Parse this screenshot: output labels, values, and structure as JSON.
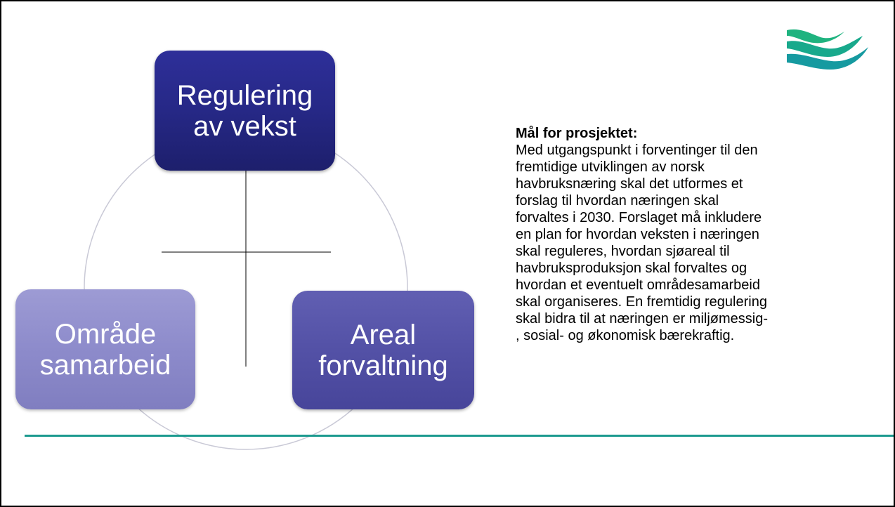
{
  "diagram": {
    "boxes": {
      "top": {
        "line1": "Regulering",
        "line2": "av vekst"
      },
      "left": {
        "line1": "Område",
        "line2": "samarbeid"
      },
      "right": {
        "line1": "Areal",
        "line2": "forvaltning"
      }
    }
  },
  "panel": {
    "heading": "Mål for prosjektet:",
    "body": "Med utgangspunkt i forventinger til den\nfremtidige utviklingen av norsk\nhavbruksnæring skal det utformes et\nforslag til hvordan næringen skal\nforvaltes i 2030. Forslaget må inkludere\nen plan for hvordan veksten i næringen\nskal reguleres, hvordan sjøareal til\nhavbruksproduksjon skal forvaltes og\nhvordan et eventuelt områdesamarbeid\nskal organiseres. En fremtidig regulering\nskal bidra til at næringen er miljømessig-\n, sosial- og økonomisk bærekraftig."
  },
  "colors": {
    "accent_line": "#1c9a8f",
    "box_top": "#262886",
    "box_left": "#8d8bcb",
    "box_right": "#5351a6",
    "logo_green": "#1fb37f",
    "logo_teal": "#169aa0"
  },
  "icons": {
    "logo": "wave-logo-icon"
  }
}
